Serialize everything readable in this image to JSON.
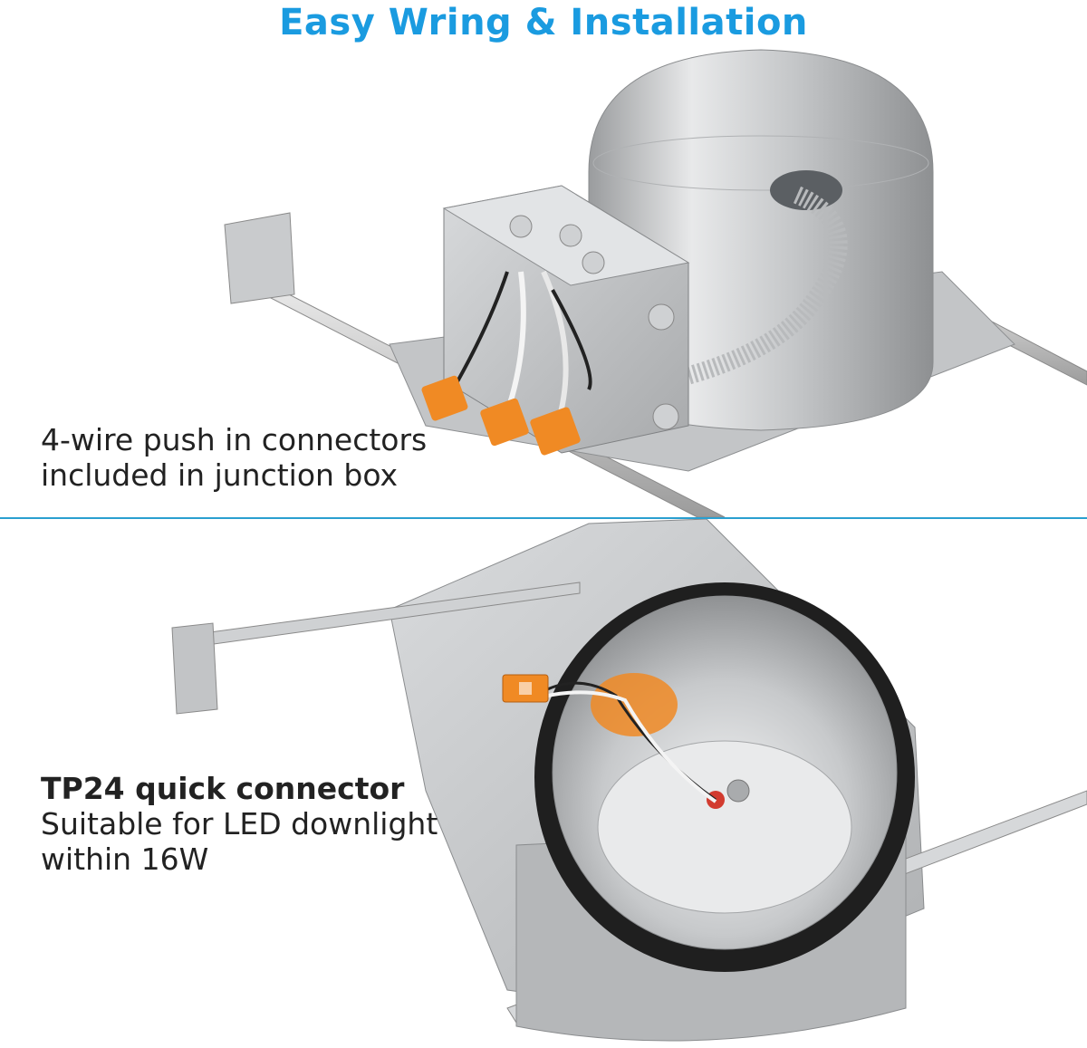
{
  "title": "Easy Wring & Installation",
  "section1": {
    "caption_lines": [
      "4-wire push in connectors",
      "included in junction box"
    ]
  },
  "section2": {
    "heading": "TP24 quick connector",
    "caption_lines": [
      "Suitable for LED downlight",
      "within 16W"
    ]
  },
  "colors": {
    "title": "#1a9be0",
    "divider": "#2a9fd0",
    "connector_orange": "#f08a24"
  }
}
